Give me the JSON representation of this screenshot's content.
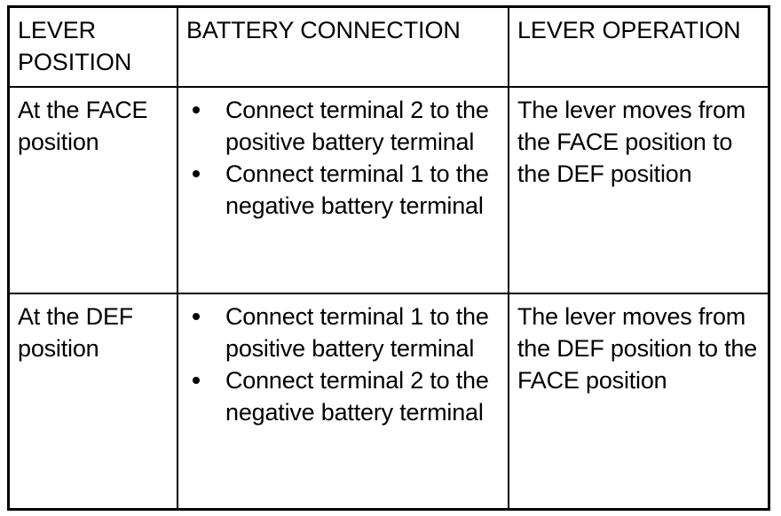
{
  "table": {
    "columns": [
      {
        "key": "lever_position",
        "header": "LEVER POSITION"
      },
      {
        "key": "battery_connection",
        "header": "BATTERY CONNECTION"
      },
      {
        "key": "lever_operation",
        "header": "LEVER OPERATION"
      }
    ],
    "rows": [
      {
        "lever_position": "At the FACE position",
        "battery_connection": [
          "Connect terminal 2 to the positive battery terminal",
          "Connect terminal 1 to the negative battery terminal"
        ],
        "lever_operation": "The lever moves from the FACE position to the DEF position"
      },
      {
        "lever_position": "At the DEF position",
        "battery_connection": [
          "Connect terminal 1 to the positive battery terminal",
          "Connect terminal 2 to the negative battery terminal"
        ],
        "lever_operation": "The lever moves from the DEF position to the FACE position"
      }
    ]
  },
  "style": {
    "border_color": "#000000",
    "text_color": "#000000",
    "background_color": "#ffffff",
    "bullet_glyph": "round-dot"
  }
}
